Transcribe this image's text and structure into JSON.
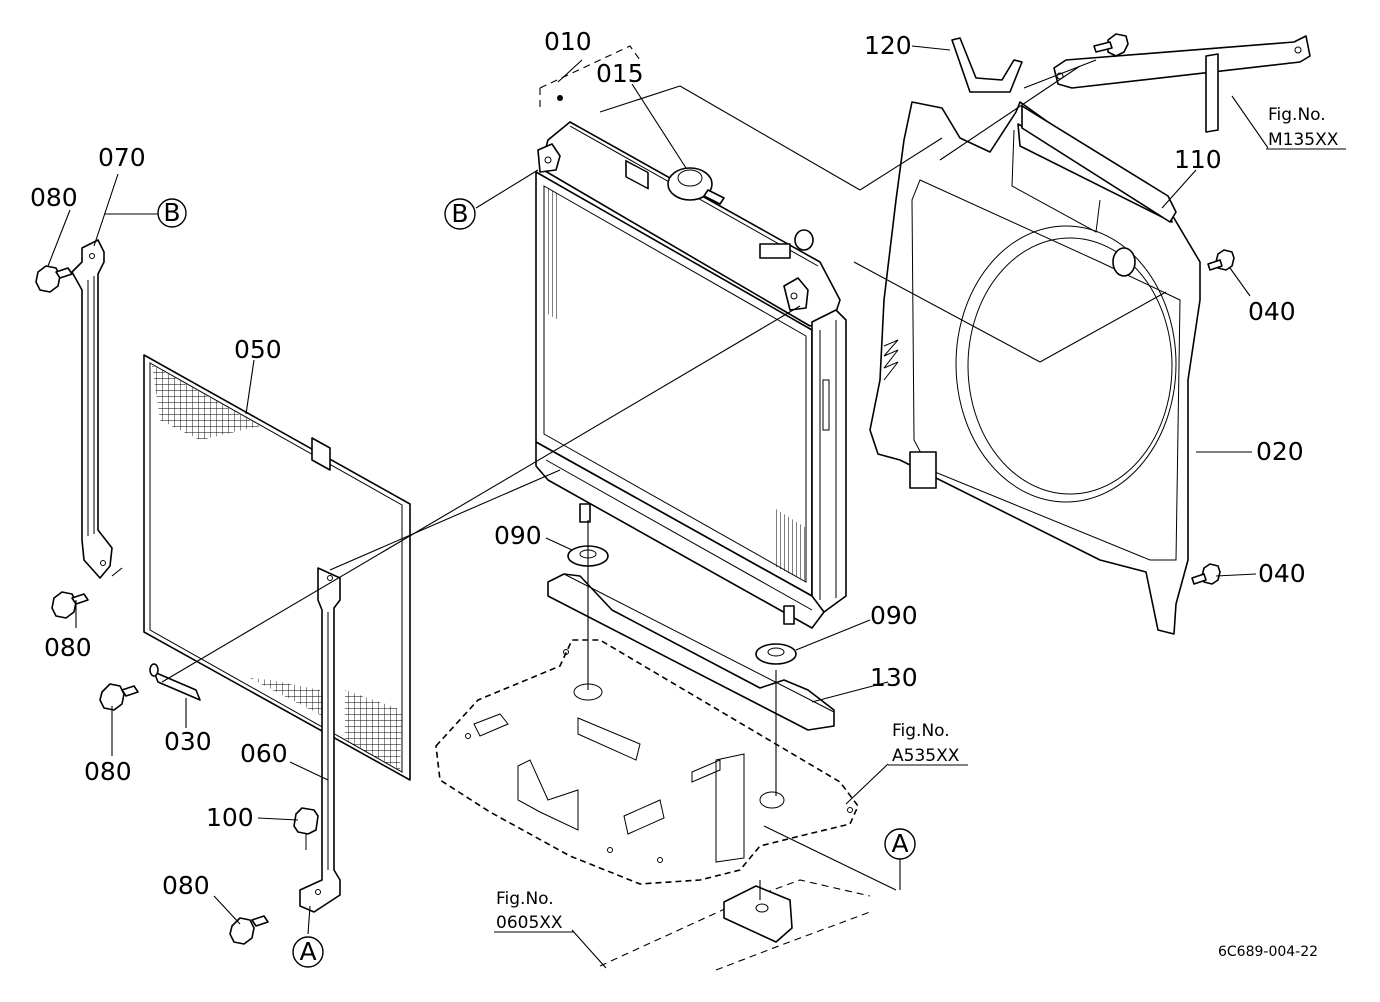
{
  "diagram": {
    "part_numbers": {
      "p010": "010",
      "p015": "015",
      "p020": "020",
      "p030": "030",
      "p040_top": "040",
      "p040_bottom": "040",
      "p050": "050",
      "p060": "060",
      "p070": "070",
      "p080_a": "080",
      "p080_b": "080",
      "p080_c": "080",
      "p080_d": "080",
      "p090_a": "090",
      "p090_b": "090",
      "p100": "100",
      "p110": "110",
      "p120": "120",
      "p130": "130"
    },
    "callouts": {
      "b_left": "B",
      "b_radiator": "B",
      "a_bottom": "A",
      "a_right": "A"
    },
    "figure_refs": [
      {
        "title": "Fig.No.",
        "number": "M135XX"
      },
      {
        "title": "Fig.No.",
        "number": "A535XX"
      },
      {
        "title": "Fig.No.",
        "number": "0605XX"
      }
    ],
    "drawing_code": "6C689-004-22"
  }
}
